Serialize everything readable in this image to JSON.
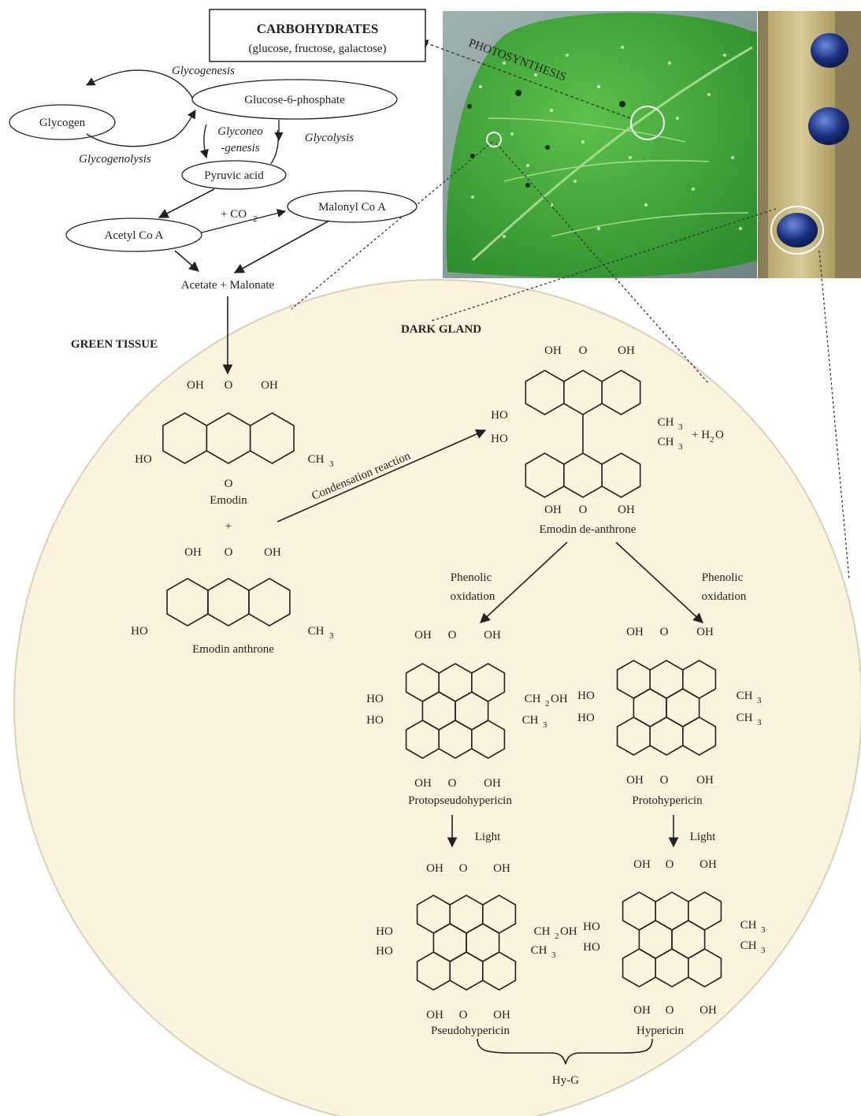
{
  "carbohydrates": {
    "title": "CARBOHYDRATES",
    "subtitle": "(glucose, fructose, galactose)"
  },
  "photosynthesis_label": "PHOTOSYNTHESIS",
  "metabolism": {
    "glucose6p": "Glucose-6-phosphate",
    "glycogen": "Glycogen",
    "glycogenesis": "Glycogenesis",
    "glycogenolysis": "Glycogenolysis",
    "gluconeo_1": "Glyconeo",
    "gluconeo_2": "-genesis",
    "glycolysis": "Glycolysis",
    "pyruvic": "Pyruvic acid",
    "acetyl": "Acetyl Co A",
    "malonyl": "Malonyl Co A",
    "co2_prefix": "+ CO",
    "co2_sub": "2",
    "acetate_malonate": "Acetate + Malonate"
  },
  "regions": {
    "green_tissue": "GREEN TISSUE",
    "dark_gland": "DARK GLAND"
  },
  "labels": {
    "oh": "OH",
    "o": "O",
    "ho": "HO",
    "ch": "CH",
    "sub3": "3",
    "ch2oh_a": "CH",
    "sub2": "2",
    "ch2oh_b": "OH",
    "plus": "+",
    "water_prefix": "+ H",
    "water_sub": "2",
    "water_suffix": "O",
    "condensation": "Condensation reaction",
    "phenolic": "Phenolic",
    "oxidation": "oxidation",
    "light": "Light"
  },
  "compounds": {
    "emodin": "Emodin",
    "emodin_anthrone": "Emodin anthrone",
    "emodin_dianthrone": "Emodin de-anthrone",
    "protopseudohypericin": "Protopseudohypericin",
    "protohypericin": "Protohypericin",
    "pseudohypericin": "Pseudohypericin",
    "hypericin": "Hypericin",
    "group": "Hy-G"
  },
  "colors": {
    "circle_fill": "#fbf3dd",
    "circle_stroke": "#d9d0b8",
    "leaf": "#3fae3a",
    "stem": "#c8b878",
    "gland": "#1f3a8a"
  }
}
